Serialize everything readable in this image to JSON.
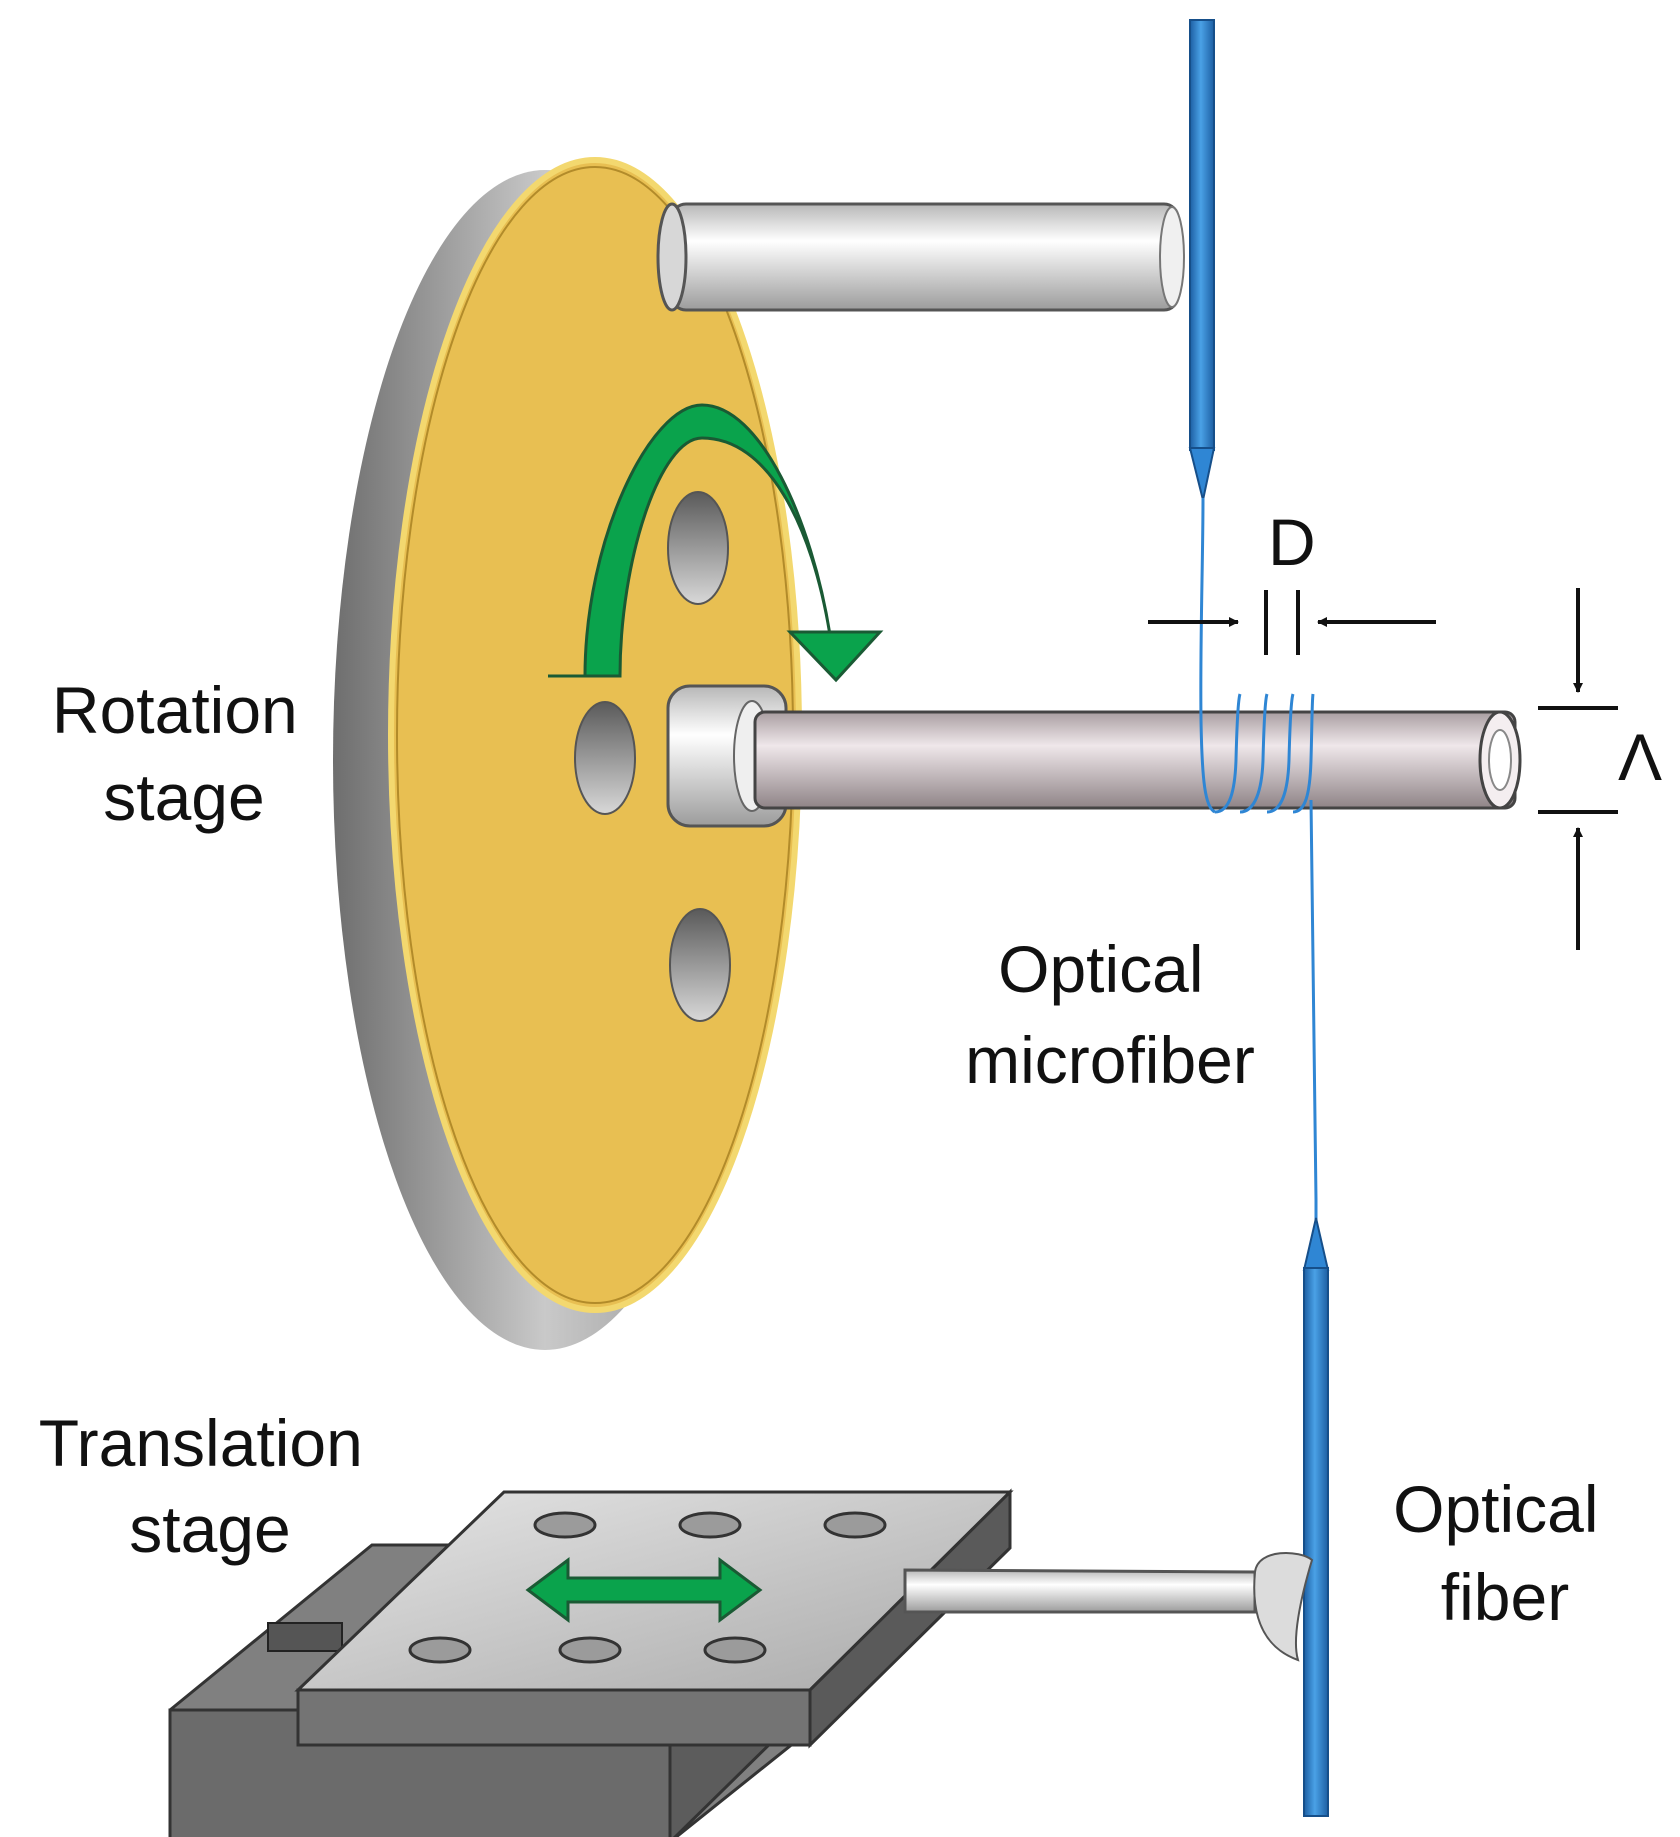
{
  "labels": {
    "rotation_stage": [
      "Rotation",
      "stage"
    ],
    "optical_microfiber": [
      "Optical",
      "microfiber"
    ],
    "translation_stage": [
      "Translation",
      "stage"
    ],
    "optical_fiber": [
      "Optical",
      "fiber"
    ],
    "diameter_symbol": "D",
    "pitch_symbol": "Λ"
  },
  "colors": {
    "disk_face": "#e8bf52",
    "disk_rim": "#9a9a9a",
    "fiber_blue": "#2f86d4",
    "arrow_green": "#0aa34c",
    "rod": "#ddd3d6",
    "stage_gray": "#8c8c8c"
  }
}
